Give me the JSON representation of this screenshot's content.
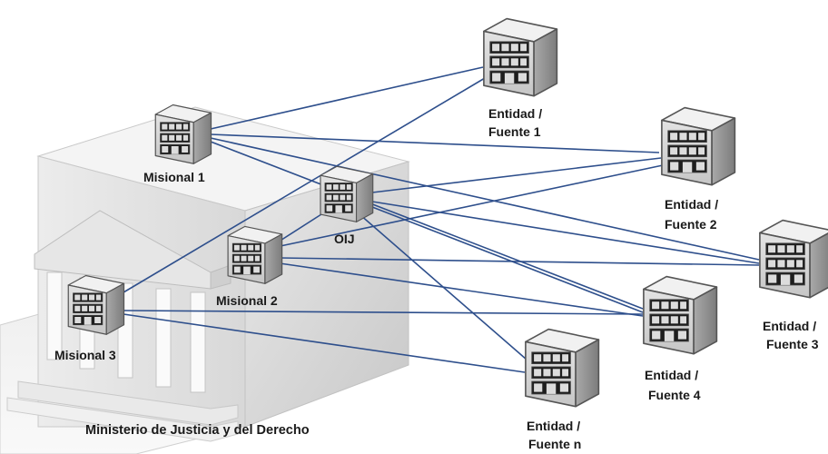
{
  "caption": "Ministerio de Justicia y del Derecho",
  "nodes": {
    "misional1": "Misional 1",
    "misional2": "Misional 2",
    "misional3": "Misional 3",
    "oij": "OIJ",
    "fuente1": [
      "Entidad /",
      "Fuente 1"
    ],
    "fuente2": [
      "Entidad /",
      "Fuente 2"
    ],
    "fuente3": [
      "Entidad /",
      "Fuente 3"
    ],
    "fuente4": [
      "Entidad /",
      "Fuente 4"
    ],
    "fuenten": [
      "Entidad /",
      "Fuente n"
    ]
  },
  "colors": {
    "link": "#2e4f8c",
    "building_light": "#f2f2f2",
    "building_mid": "#dcdcdc",
    "building_dark": "#b9b9b9",
    "server_top": "#efefef",
    "server_front": "#d4d4d4",
    "server_side": "#8e8e8e"
  },
  "icons": [
    "ministry-building-icon",
    "server-node-icon"
  ]
}
